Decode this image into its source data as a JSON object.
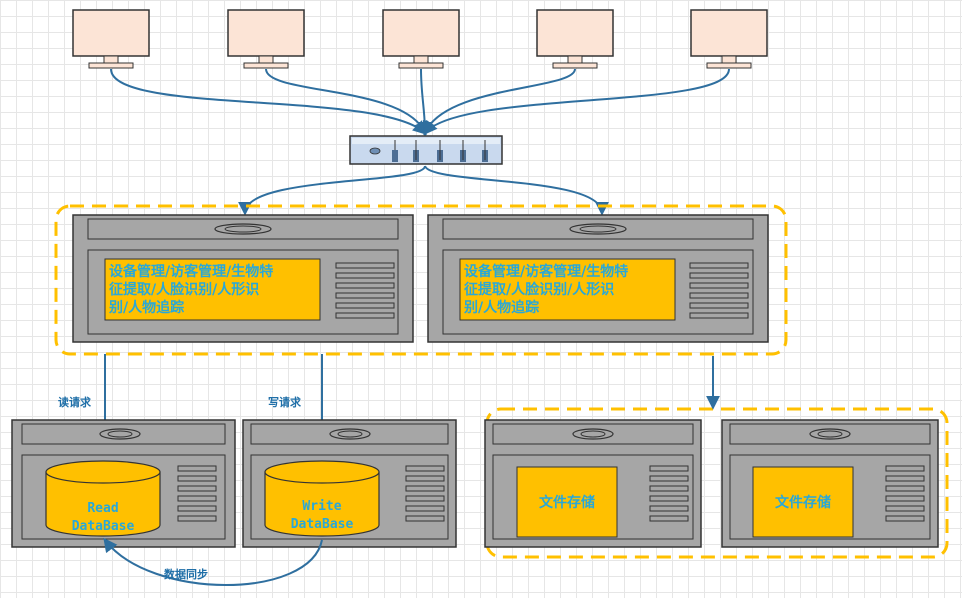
{
  "app_servers": [
    {
      "lines": [
        "设备管理/访客管理/生物特",
        "征提取/人脸识别/人形识",
        "别/人物追踪"
      ]
    },
    {
      "lines": [
        "设备管理/访客管理/生物特",
        "征提取/人脸识别/人形识",
        "别/人物追踪"
      ]
    }
  ],
  "read_db": {
    "line1": "Read",
    "line2": "DataBase"
  },
  "write_db": {
    "line1": "Write",
    "line2": "DataBase"
  },
  "labels": {
    "read_request": "读请求",
    "write_request": "写请求",
    "data_sync": "数据同步"
  },
  "file_storage": [
    {
      "label": "文件存储"
    },
    {
      "label": "文件存储"
    }
  ],
  "colors": {
    "screen_fill": "#fce4d6",
    "panel_fill": "#ffc000",
    "server_fill": "#a6a6a6",
    "arrow": "#2f6f9f",
    "text": "#29a8d8",
    "dashed_border": "#ffc000"
  }
}
